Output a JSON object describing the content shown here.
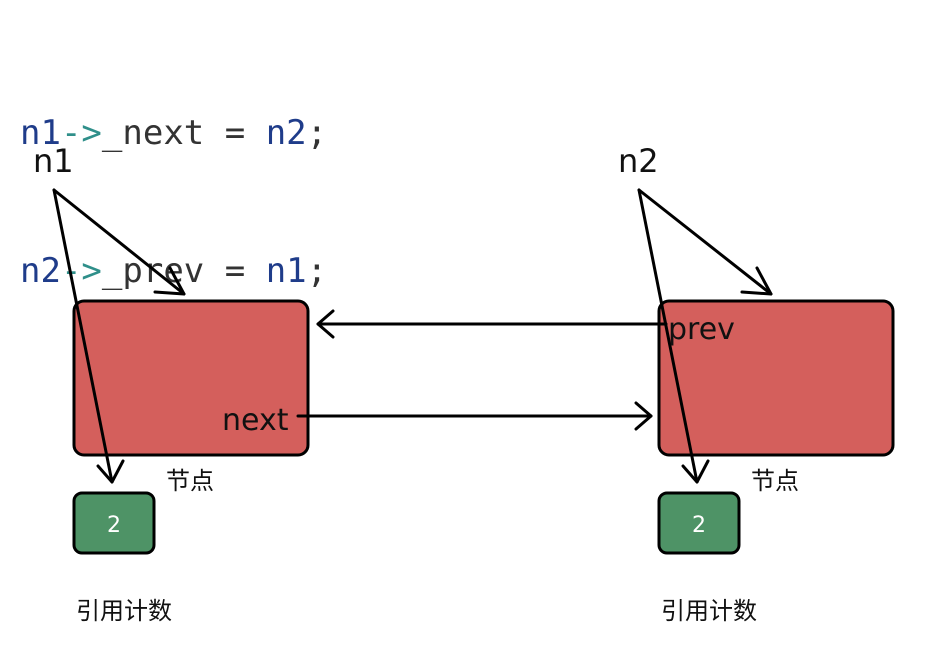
{
  "code": {
    "line1": {
      "lhs": "n1",
      "arrow": "->",
      "member": "_next",
      "eq": " = ",
      "rhs": "n2",
      "semi": ";"
    },
    "line2": {
      "lhs": "n2",
      "arrow": "->",
      "member": "_prev",
      "eq": " = ",
      "rhs": "n1",
      "semi": ";"
    }
  },
  "diagram": {
    "left": {
      "pointer": "n1",
      "node_field": "next",
      "node_label": "节点",
      "count": "2",
      "count_label": "引用计数"
    },
    "right": {
      "pointer": "n2",
      "node_field": "prev",
      "node_label": "节点",
      "count": "2",
      "count_label": "引用计数"
    }
  },
  "colors": {
    "node": "#d45f5c",
    "counter": "#4e9366",
    "stroke": "#000000"
  }
}
